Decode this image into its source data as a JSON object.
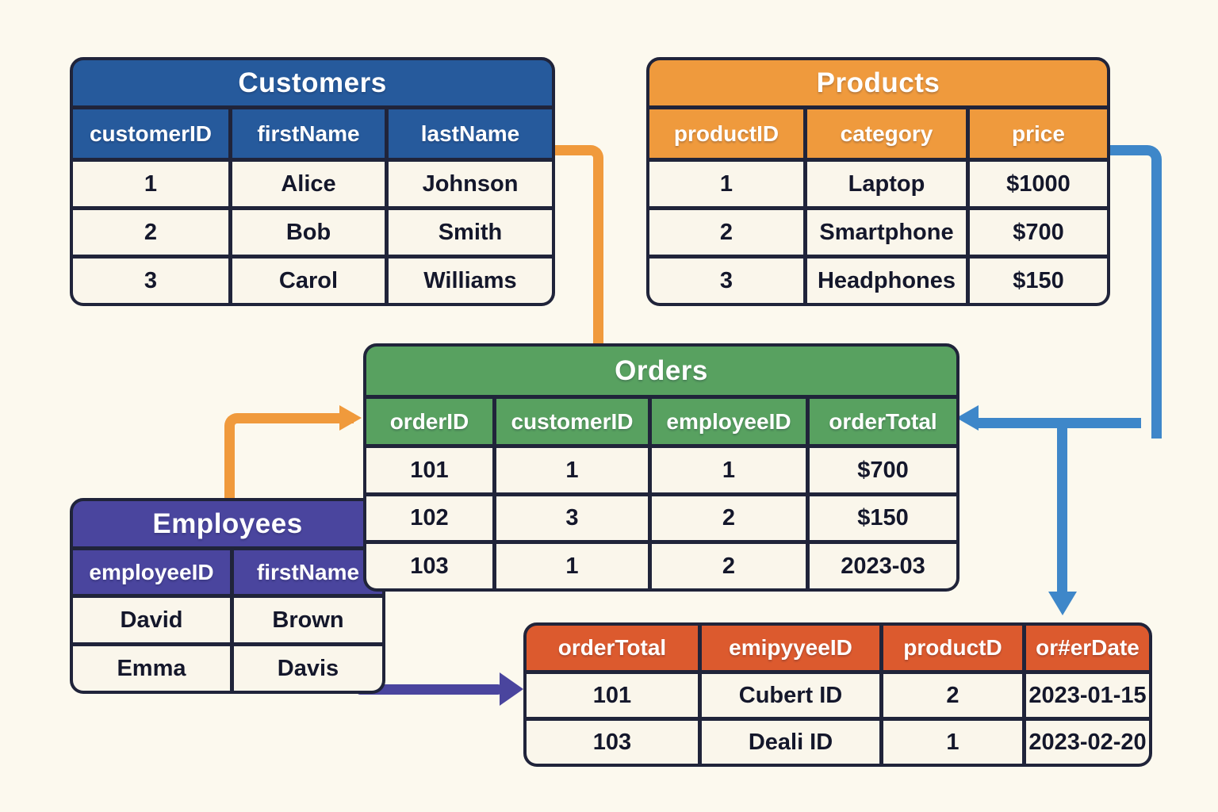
{
  "colors": {
    "background": "#fcf9ee",
    "table_border": "#20243a",
    "cell_bg": "#faf6eb",
    "customers": "#265a9c",
    "products": "#ef9a3d",
    "orders": "#58a160",
    "employees": "#4a459e",
    "details": "#dc5a2e",
    "arrow_orange": "#f09a3c",
    "arrow_blue": "#3e87c9",
    "arrow_purple": "#4a459e"
  },
  "tables": {
    "customers": {
      "title": "Customers",
      "columns": [
        "customerID",
        "firstName",
        "lastName"
      ],
      "rows": [
        [
          "1",
          "Alice",
          "Johnson"
        ],
        [
          "2",
          "Bob",
          "Smith"
        ],
        [
          "3",
          "Carol",
          "Williams"
        ]
      ]
    },
    "products": {
      "title": "Products",
      "columns": [
        "productID",
        "category",
        "price"
      ],
      "rows": [
        [
          "1",
          "Laptop",
          "$1000"
        ],
        [
          "2",
          "Smartphone",
          "$700"
        ],
        [
          "3",
          "Headphones",
          "$150"
        ]
      ]
    },
    "orders": {
      "title": "Orders",
      "columns": [
        "orderID",
        "customerID",
        "employeeID",
        "orderTotal"
      ],
      "rows": [
        [
          "101",
          "1",
          "1",
          "$700"
        ],
        [
          "102",
          "3",
          "2",
          "$150"
        ],
        [
          "103",
          "1",
          "2",
          "2023-03"
        ]
      ]
    },
    "employees": {
      "title": "Employees",
      "columns": [
        "employeeID",
        "firstName"
      ],
      "rows": [
        [
          "David",
          "Brown"
        ],
        [
          "Emma",
          "Davis"
        ]
      ]
    },
    "details": {
      "columns": [
        "orderTotal",
        "emipyyeeID",
        "productD",
        "or#erDate"
      ],
      "rows": [
        [
          "101",
          "Cubert ID",
          "2",
          "2023-01-15"
        ],
        [
          "103",
          "Deali ID",
          "1",
          "2023-02-20"
        ]
      ]
    }
  }
}
